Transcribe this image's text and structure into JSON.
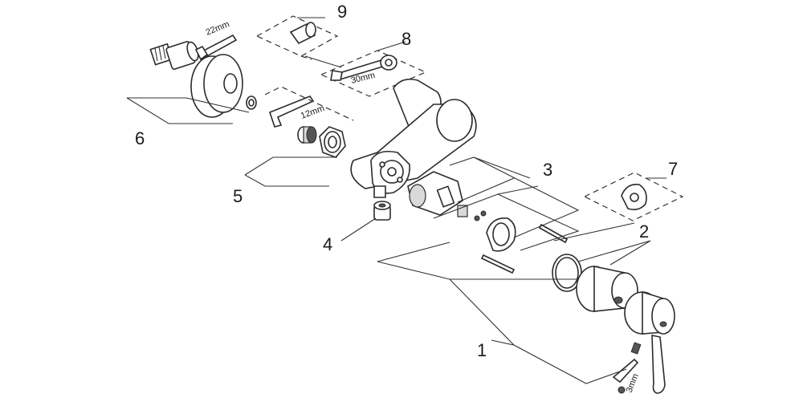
{
  "callouts": [
    "1",
    "2",
    "3",
    "4",
    "5",
    "6",
    "7",
    "8",
    "9"
  ],
  "dimensions": {
    "hex_key_22": "22mm",
    "wrench_30": "30mm",
    "allen_key_12": "12mm",
    "allen_key_3": "3mm"
  },
  "colors": {
    "line": "#2b2b2b",
    "shade": "#d9d9d9",
    "background": "#ffffff"
  }
}
